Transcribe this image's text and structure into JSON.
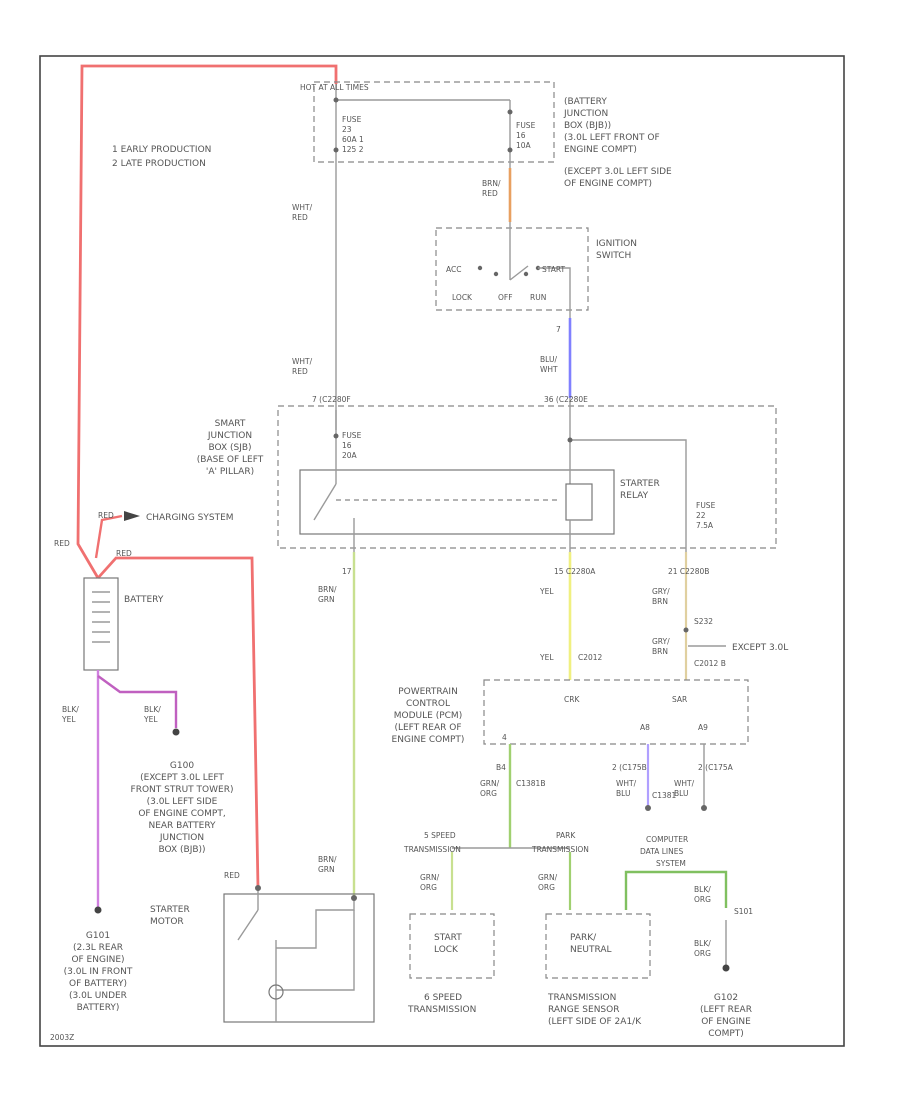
{
  "notes": {
    "early": "1  EARLY PRODUCTION",
    "late": "2  LATE PRODUCTION"
  },
  "battery_junction_box": {
    "label": [
      "(BATTERY",
      "JUNCTION",
      "BOX (BJB))",
      "(3.0L LEFT FRONT OF",
      "ENGINE COMPT)",
      "(EXCEPT 3.0L LEFT SIDE",
      "OF ENGINE COMPT)"
    ],
    "hot_label": "HOT AT ALL TIMES",
    "fuse_a": [
      "FUSE",
      "23",
      "60A 1",
      "125 2"
    ],
    "fuse_b": [
      "FUSE",
      "16",
      "10A"
    ]
  },
  "ignition_switch": {
    "label": [
      "IGNITION",
      "SWITCH"
    ],
    "positions": {
      "acc": "ACC",
      "lock": "LOCK",
      "off": "OFF",
      "run": "RUN",
      "start": "START"
    },
    "pin": "7"
  },
  "wires": {
    "brn_red": [
      "BRN/",
      "RED"
    ],
    "wht_red_1": [
      "WHT/",
      "RED"
    ],
    "wht_red_2": [
      "WHT/",
      "RED"
    ],
    "blu_wht": [
      "BLU/",
      "WHT"
    ],
    "brn_grn_1": [
      "BRN/",
      "GRN"
    ],
    "yel_1": "YEL",
    "yel_2": "YEL",
    "gry_brn_1": [
      "GRY/",
      "BRN"
    ],
    "gry_brn_2": [
      "GRY/",
      "BRN"
    ],
    "grn_org_main": [
      "GRN/",
      "ORG"
    ],
    "grn_org_left": [
      "GRN/",
      "ORG"
    ],
    "grn_org_right": [
      "GRN/",
      "ORG"
    ],
    "brn_grn_2": [
      "BRN/",
      "GRN"
    ],
    "blk_yel": [
      "BLK/",
      "YEL"
    ],
    "blk_org_1": [
      "BLK/",
      "ORG"
    ],
    "blk_org_2": [
      "BLK/",
      "ORG"
    ],
    "blk_yel_2": [
      "BLK/",
      "YEL"
    ],
    "wht_blu": [
      "WHT/",
      "BLU"
    ],
    "wht_blu_2": [
      "WHT/",
      "BLU"
    ],
    "red_main": "RED",
    "red_top": "RED",
    "red_batt": "RED",
    "red_starter": "RED"
  },
  "connectors": {
    "c1": "7 (C2280F",
    "c2": "36 (C2280E",
    "c3": "17",
    "c4": "15  C2280A",
    "c5": "21  C2280B",
    "c6": "C2012",
    "c7": "C2012 B",
    "c8": "S232",
    "c9": "C1381B",
    "c10": "C1381",
    "c11": "2 (C175B",
    "c12": "2 (C175A",
    "c13": "S101"
  },
  "smart_junction_box": {
    "label": [
      "SMART",
      "JUNCTION",
      "BOX (SJB)",
      "(BASE OF LEFT",
      "'A' PILLAR)"
    ],
    "fuse_c": [
      "FUSE",
      "16",
      "20A"
    ],
    "fuse_d": [
      "FUSE",
      "22",
      "7.5A"
    ],
    "relay": [
      "STARTER",
      "RELAY"
    ]
  },
  "charging": "CHARGING SYSTEM",
  "battery": "BATTERY",
  "pcm": {
    "label": [
      "POWERTRAIN",
      "CONTROL",
      "MODULE (PCM)",
      "(LEFT REAR OF",
      "ENGINE COMPT)"
    ],
    "crk": "CRK",
    "pin_a": "4",
    "pin_b": "B4",
    "sar": "SAR",
    "pin_c": "A8",
    "pin_d": "A9"
  },
  "except_30": "EXCEPT 3.0L",
  "ground_g100": [
    "G100",
    "(EXCEPT 3.0L LEFT",
    "FRONT STRUT TOWER)",
    "(3.0L LEFT SIDE",
    "OF ENGINE COMPT,",
    "NEAR BATTERY",
    "JUNCTION",
    "BOX (BJB))"
  ],
  "ground_g101": [
    "G101",
    "(2.3L REAR",
    "OF ENGINE)",
    "(3.0L IN FRONT",
    "OF BATTERY)",
    "(3.0L UNDER",
    "BATTERY)"
  ],
  "ground_g102": [
    "G102",
    "(LEFT REAR",
    "OF ENGINE",
    "COMPT)"
  ],
  "starter_motor": [
    "STARTER",
    "MOTOR"
  ],
  "transmissions": {
    "speed5": [
      "5 SPEED",
      "TRANSMISSION"
    ],
    "auto": [
      "PARK",
      "TRANSMISSION"
    ],
    "speed6": [
      "6 SPEED",
      "TRANSMISSION"
    ]
  },
  "start_lock": [
    "START",
    "LOCK"
  ],
  "park_neutral": [
    "PARK/",
    "NEUTRAL"
  ],
  "range_sensor": [
    "TRANSMISSION",
    "RANGE SENSOR",
    "(LEFT SIDE OF 2A1/K"
  ],
  "data_links": [
    "COMPUTER",
    "DATA LINES",
    "SYSTEM"
  ],
  "watermark": "2003Z"
}
